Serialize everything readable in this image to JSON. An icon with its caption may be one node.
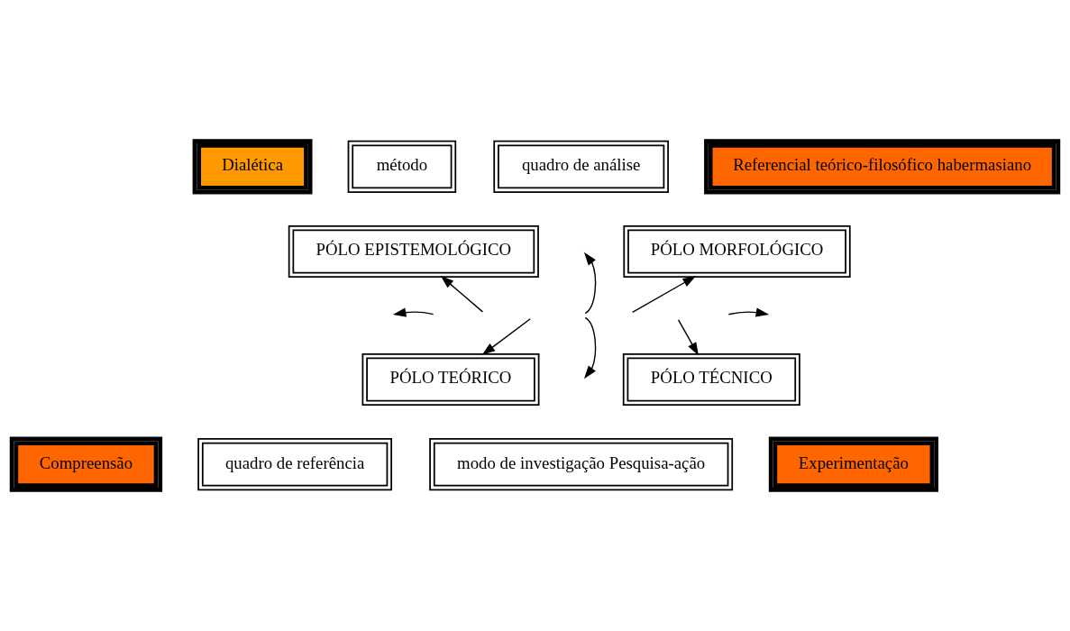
{
  "diagram": {
    "nodes": [
      {
        "text": [
          "Dialética"
        ]
      },
      {
        "text": [
          "método"
        ]
      },
      {
        "text": [
          "PÓLO EPISTEMOLÓGICO"
        ]
      },
      {
        "text": [
          "quadro de análise"
        ]
      },
      {
        "text": [
          "Referencial teórico-filosófico habermasiano"
        ]
      },
      {
        "text": [
          "PÓLO MORFOLÓGICO"
        ]
      },
      {
        "text": [
          "PÓLO TEÓRICO"
        ]
      },
      {
        "text": [
          "PÓLO TÉCNICO"
        ]
      },
      {
        "text": [
          "Compreensão"
        ]
      },
      {
        "text": [
          "quadro de referência"
        ]
      },
      {
        "text": [
          "modo de investigação Pesquisa-ação"
        ]
      },
      {
        "text": [
          "Experimentação"
        ]
      }
    ],
    "edges": [
      {
        "from": null,
        "to": 2,
        "arrow": "to"
      },
      {
        "from": null,
        "to": 5,
        "arrow": "to"
      },
      {
        "from": null,
        "to": 6,
        "arrow": "to"
      },
      {
        "from": null,
        "to": 7,
        "arrow": "to"
      }
    ]
  }
}
